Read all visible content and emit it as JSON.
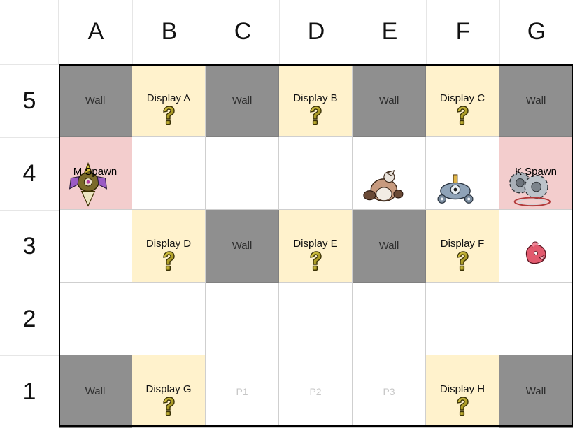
{
  "columns": [
    "A",
    "B",
    "C",
    "D",
    "E",
    "F",
    "G"
  ],
  "rows": [
    "5",
    "4",
    "3",
    "2",
    "1"
  ],
  "cells": {
    "5": [
      {
        "type": "wall",
        "label": "Wall"
      },
      {
        "type": "display",
        "label": "Display A",
        "icon": "question-mark-icon"
      },
      {
        "type": "wall",
        "label": "Wall"
      },
      {
        "type": "display",
        "label": "Display B",
        "icon": "question-mark-icon"
      },
      {
        "type": "wall",
        "label": "Wall"
      },
      {
        "type": "display",
        "label": "Display C",
        "icon": "question-mark-icon"
      },
      {
        "type": "wall",
        "label": "Wall"
      }
    ],
    "4": [
      {
        "type": "spawn",
        "label": "M Spawn",
        "sprite": "aegislash-sprite-icon"
      },
      {
        "type": "empty",
        "label": ""
      },
      {
        "type": "empty",
        "label": ""
      },
      {
        "type": "empty",
        "label": ""
      },
      {
        "type": "empty",
        "label": "",
        "sprite": "hariyama-sprite-icon"
      },
      {
        "type": "empty",
        "label": "",
        "sprite": "magnezone-sprite-icon"
      },
      {
        "type": "spawn",
        "label": "K Spawn",
        "sprite": "klinklang-sprite-icon"
      }
    ],
    "3": [
      {
        "type": "empty",
        "label": ""
      },
      {
        "type": "display",
        "label": "Display D",
        "icon": "question-mark-icon"
      },
      {
        "type": "wall",
        "label": "Wall"
      },
      {
        "type": "display",
        "label": "Display E",
        "icon": "question-mark-icon"
      },
      {
        "type": "wall",
        "label": "Wall"
      },
      {
        "type": "display",
        "label": "Display F",
        "icon": "question-mark-icon"
      },
      {
        "type": "empty",
        "label": "",
        "sprite": "pink-pokemon-sprite-icon"
      }
    ],
    "2": [
      {
        "type": "empty",
        "label": ""
      },
      {
        "type": "empty",
        "label": ""
      },
      {
        "type": "empty",
        "label": ""
      },
      {
        "type": "empty",
        "label": ""
      },
      {
        "type": "empty",
        "label": ""
      },
      {
        "type": "empty",
        "label": ""
      },
      {
        "type": "empty",
        "label": ""
      }
    ],
    "1": [
      {
        "type": "wall",
        "label": "Wall"
      },
      {
        "type": "display",
        "label": "Display G",
        "icon": "question-mark-icon"
      },
      {
        "type": "p",
        "label": "P1"
      },
      {
        "type": "p",
        "label": "P2"
      },
      {
        "type": "p",
        "label": "P3"
      },
      {
        "type": "display",
        "label": "Display H",
        "icon": "question-mark-icon"
      },
      {
        "type": "wall",
        "label": "Wall"
      }
    ]
  },
  "colors": {
    "wall": "#8f8f8f",
    "display": "#fff2cc",
    "spawn": "#f3cdcd",
    "p_text": "#c6c6c6"
  }
}
